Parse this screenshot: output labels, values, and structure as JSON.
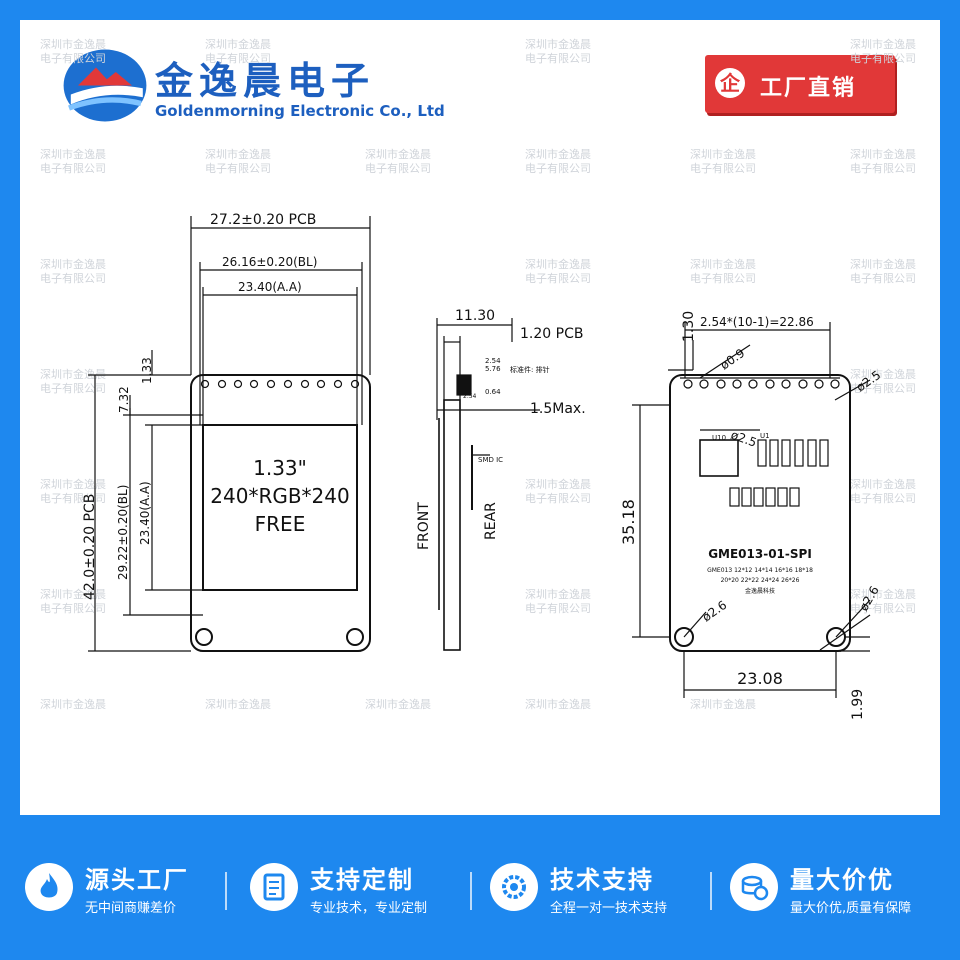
{
  "brand": {
    "name_cn": "金逸晨电子",
    "name_en": "Goldenmorning Electronic Co., Ltd"
  },
  "badge": {
    "icon_char": "企",
    "label": "工厂直销"
  },
  "watermark": {
    "line1": "深圳市金逸晨",
    "line2": "电子有限公司"
  },
  "front_view": {
    "pcb_width": "27.2±0.20 PCB",
    "bl_width": "26.16±0.20(BL)",
    "aa_width": "23.40(A.A)",
    "top_offset": "1.33",
    "pin_offset": "7.32",
    "pcb_height": "42.0±0.20 PCB",
    "bl_height": "29.22±0.20(BL)",
    "aa_height": "23.40(A.A)",
    "screen_size": "1.33\"",
    "resolution": "240*RGB*240",
    "free": "FREE"
  },
  "side_view": {
    "width": "11.30",
    "pcb_thickness": "1.20 PCB",
    "pin_pitch": "2.54",
    "pin_len": "5.76",
    "pin_dia": "0.64",
    "pin_note": "标准件: 排针",
    "pin_base": "2.54",
    "max_height": "1.5Max.",
    "smd_label": "SMD IC",
    "front_label": "FRONT",
    "rear_label": "REAR"
  },
  "rear_view": {
    "pin_offset": "1.30",
    "pin_span": "2.54*(10-1)=22.86",
    "pin_hole": "ø0.9",
    "corner_hole": "ø2.5",
    "inner_hole": "ø2.5",
    "height": "35.18",
    "model": "GME013-01-SPI",
    "model_line2": "GME013 12*12 14*14 16*16 18*18",
    "model_line3": "20*20 22*22 24*24 26*26",
    "model_line4": "金逸晨科技",
    "hole_bl": "ø2.6",
    "hole_br": "ø2.6",
    "bottom_width": "23.08",
    "bottom_offset": "1.99",
    "chip_label": "U10",
    "chip2_label": "U1"
  },
  "features": [
    {
      "title": "源头工厂",
      "sub": "无中间商赚差价",
      "icon": "flame-icon"
    },
    {
      "title": "支持定制",
      "sub": "专业技术，专业定制",
      "icon": "document-icon"
    },
    {
      "title": "技术支持",
      "sub": "全程一对一技术支持",
      "icon": "gear-icon"
    },
    {
      "title": "量大价优",
      "sub": "量大价优,质量有保障",
      "icon": "coins-icon"
    }
  ],
  "colors": {
    "brand_blue": "#1e88ef",
    "logo_blue": "#1d5fbf",
    "badge_red": "#e13838"
  }
}
